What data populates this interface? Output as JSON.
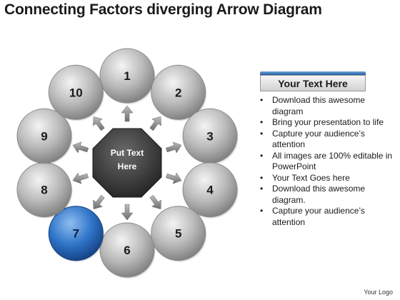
{
  "title": "Connecting Factors diverging Arrow Diagram",
  "diagram": {
    "center_text": [
      "Put Text",
      "Here"
    ],
    "nodes": [
      "1",
      "2",
      "3",
      "4",
      "5",
      "6",
      "7",
      "8",
      "9",
      "10"
    ],
    "highlighted_node": "7",
    "colors": {
      "node": "#8a8a8a",
      "highlight": "#1e5fb0",
      "center": "#3a3a3a",
      "arrow": "#7d7d7d"
    }
  },
  "panel": {
    "header": "Your Text Here",
    "bullets": [
      "Download this awesome diagram",
      "Bring your presentation to life",
      "Capture your audience’s attention",
      "All images are 100% editable in PowerPoint",
      "Your Text Goes here",
      "Download this awesome diagram.",
      "Capture your audience’s attention"
    ]
  },
  "footer": {
    "logo": "Your Logo"
  }
}
